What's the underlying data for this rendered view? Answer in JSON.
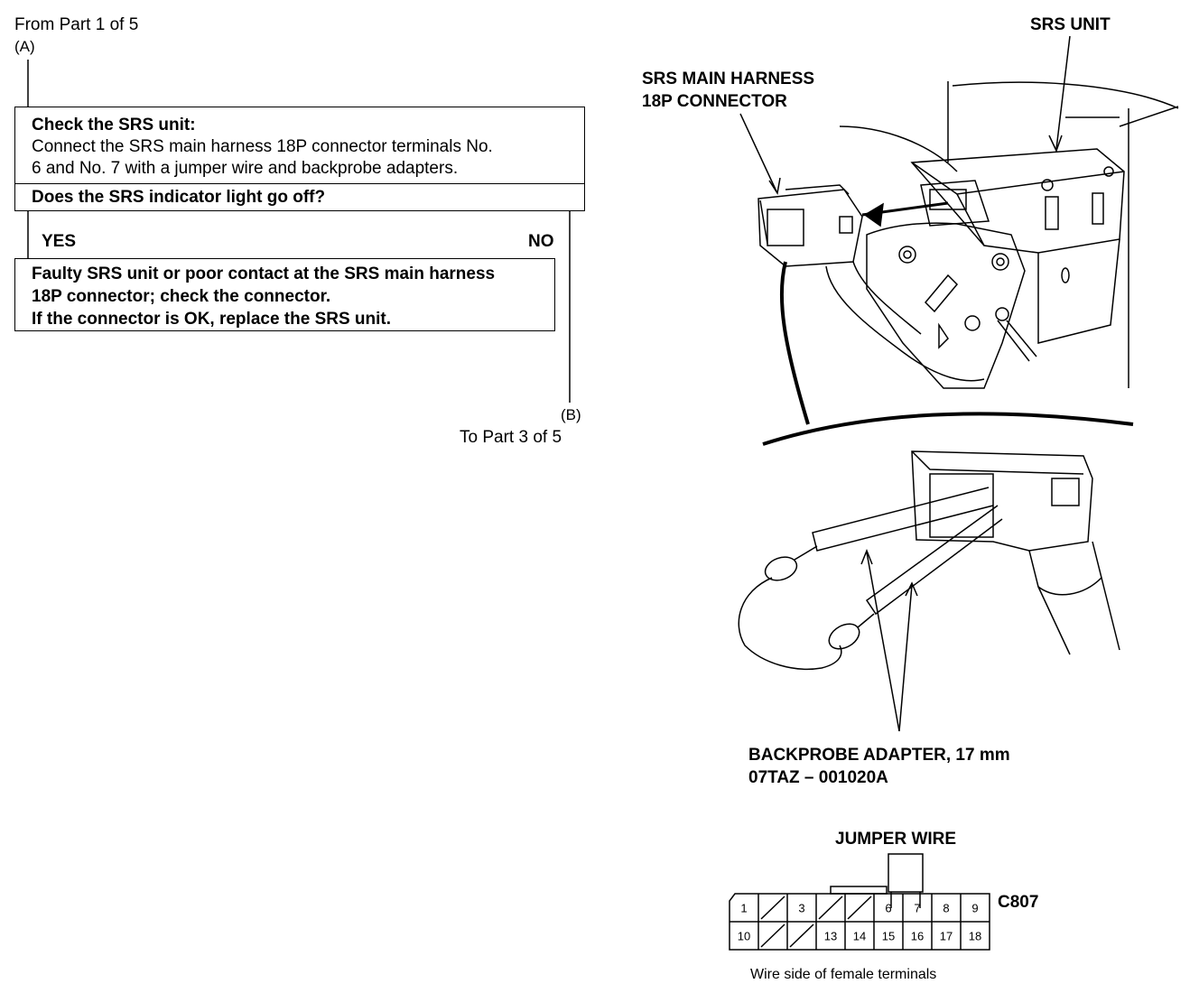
{
  "flow": {
    "from_part": "From Part 1 of 5",
    "from_marker": "(A)",
    "check_title": "Check the SRS unit:",
    "check_line1": "Connect the SRS main harness 18P connector terminals No.",
    "check_line2": "6 and No. 7 with a jumper wire and backprobe adapters.",
    "question": "Does the SRS indicator light go off?",
    "yes_label": "YES",
    "no_label": "NO",
    "result_line1": "Faulty SRS unit or poor contact at the SRS main harness",
    "result_line2": "18P connector; check the connector.",
    "result_line3": "If the connector is OK, replace the SRS unit.",
    "to_marker": "(B)",
    "to_part": "To Part 3 of 5"
  },
  "illustration": {
    "srs_unit_label": "SRS UNIT",
    "harness_label_line1": "SRS MAIN HARNESS",
    "harness_label_line2": "18P CONNECTOR",
    "adapter_label_line1": "BACKPROBE ADAPTER, 17 mm",
    "adapter_label_line2": "07TAZ – 001020A",
    "jumper_label": "JUMPER WIRE",
    "connector_id": "C807",
    "connector_caption": "Wire side of female terminals",
    "terminals_top": [
      "1",
      "",
      "3",
      "",
      "",
      "6",
      "7",
      "8",
      "9"
    ],
    "terminals_bottom": [
      "10",
      "",
      "",
      "13",
      "14",
      "15",
      "16",
      "17",
      "18"
    ]
  }
}
